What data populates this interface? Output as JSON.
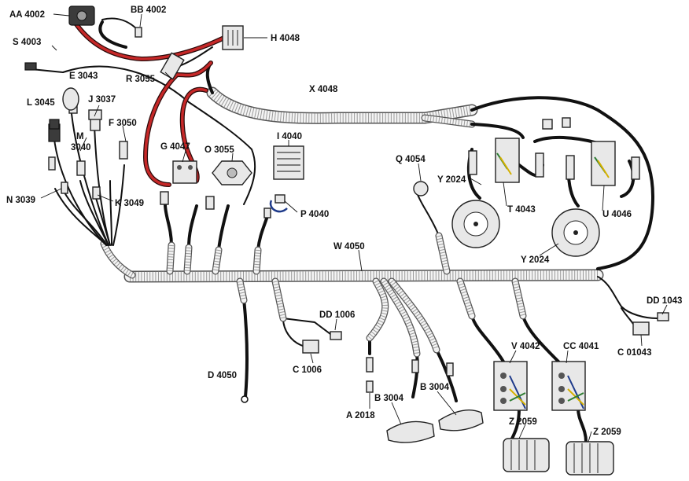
{
  "labels": {
    "aa4002": "AA 4002",
    "bb4002": "BB 4002",
    "s4003": "S 4003",
    "h4048": "H 4048",
    "e3043": "E 3043",
    "r3055": "R 3055",
    "l3045": "L 3045",
    "j3037": "J 3037",
    "x4048": "X 4048",
    "f3050": "F 3050",
    "m3040_a": "M",
    "m3040_b": "3040",
    "g4047": "G 4047",
    "o3055": "O 3055",
    "i4040": "I 4040",
    "q4054": "Q 4054",
    "y2024_a": "Y 2024",
    "t4043": "T 4043",
    "u4046": "U 4046",
    "y2024_b": "Y 2024",
    "n3039": "N 3039",
    "k3049": "K 3049",
    "p4040": "P 4040",
    "w4050": "W 4050",
    "dd1043": "DD 1043",
    "dd1006": "DD 1006",
    "c01043": "C 01043",
    "v4042": "V 4042",
    "cc4041": "CC 4041",
    "c1006": "C 1006",
    "d4050": "D 4050",
    "b3004_a": "B 3004",
    "b3004_b": "B 3004",
    "a2018": "A 2018",
    "z2059_a": "Z 2059",
    "z2059_b": "Z 2059"
  },
  "colors": {
    "red_cable": "#c62828",
    "black_wire": "#111111",
    "blue_wire": "#1e3a8a",
    "yellow_wire": "#d4b000",
    "green_wire": "#2e7d32",
    "loom": "#f4f4f4"
  }
}
